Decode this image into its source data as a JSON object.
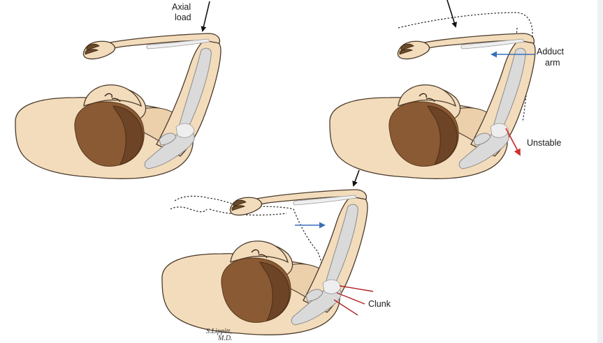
{
  "labels": {
    "axial_load": [
      "Axial",
      "load"
    ],
    "adduct_arm": [
      "Adduct",
      "arm"
    ],
    "unstable": "Unstable",
    "clunk": "Clunk",
    "signature": [
      "S.Lippitt,",
      "M.D."
    ]
  },
  "colors": {
    "skin": "#f3dcbc",
    "hair": "#8a5a34",
    "bone": "#dadada",
    "adduct_arrow": "#3a6fb8",
    "unstable_arrow": "#d03030",
    "clunk_lines": "#b02020",
    "load_arrow": "#111111"
  },
  "panels": [
    "axial-load",
    "adduct-arm",
    "clunk"
  ]
}
